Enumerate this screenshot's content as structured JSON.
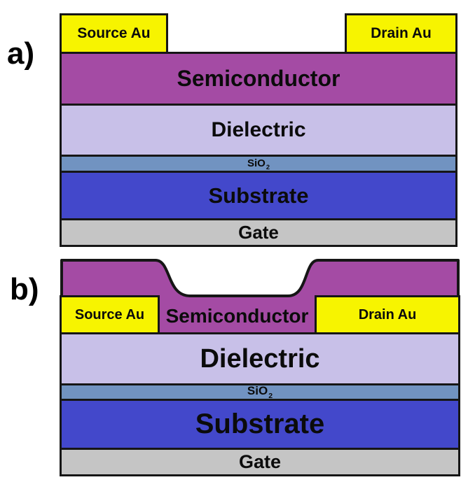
{
  "figure": {
    "description": "Cross-section schematics of two bottom-gate organic thin-film transistor architectures: (a) top-contact, (b) bottom-contact"
  },
  "panel_a": {
    "label": "a)",
    "source_label": "Source Au",
    "drain_label": "Drain Au",
    "semiconductor_label": "Semiconductor",
    "dielectric_label": "Dielectric",
    "sio2_base": "SiO",
    "sio2_subscript": "2",
    "substrate_label": "Substrate",
    "gate_label": "Gate"
  },
  "panel_b": {
    "label": "b)",
    "source_label": "Source Au",
    "drain_label": "Drain Au",
    "semiconductor_label": "Semiconductor",
    "dielectric_label": "Dielectric",
    "sio2_base": "SiO",
    "sio2_subscript": "2",
    "substrate_label": "Substrate",
    "gate_label": "Gate"
  },
  "colors": {
    "contact_yellow": "#f7f400",
    "semiconductor_purple": "#a44ba4",
    "dielectric_lavender": "#c8c0e8",
    "sio2_steel_blue": "#7193c1",
    "substrate_royal_blue": "#4348cb",
    "gate_gray": "#c5c5c5",
    "outline_black": "#161616",
    "background": "#ffffff"
  }
}
